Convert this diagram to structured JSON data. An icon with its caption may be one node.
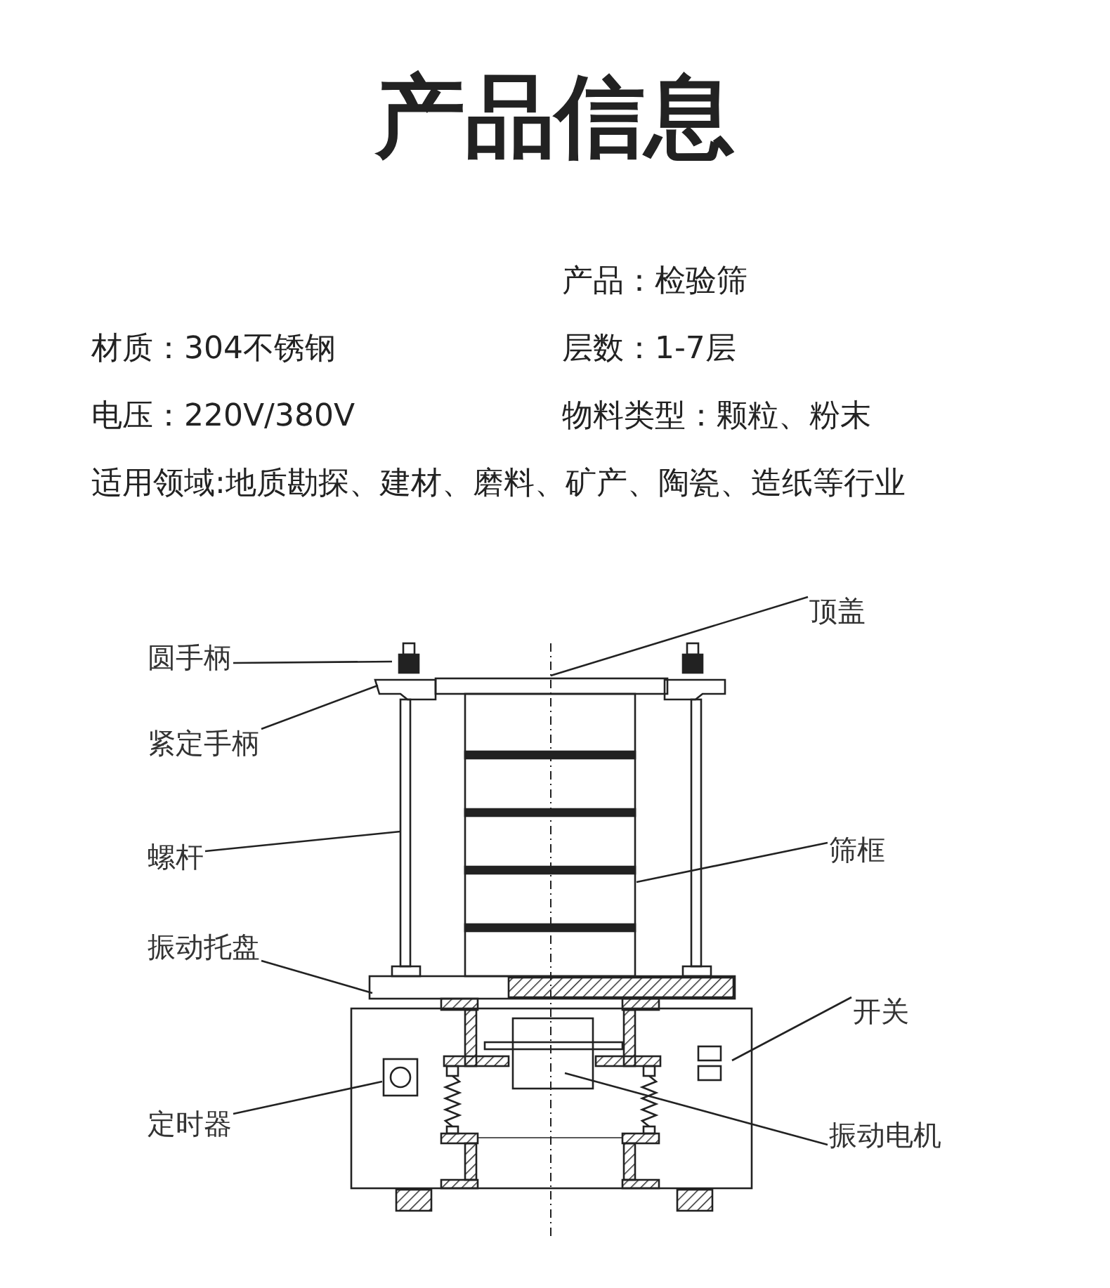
{
  "diagram": {
    "title": "产品信息",
    "nodes": [
      {
        "text": [
          "顶盖"
        ]
      },
      {
        "text": [
          "圆手柄"
        ]
      },
      {
        "text": [
          "紧定手柄"
        ]
      },
      {
        "text": [
          "螺杆"
        ]
      },
      {
        "text": [
          "筛框"
        ]
      },
      {
        "text": [
          "振动托盘"
        ]
      },
      {
        "text": [
          "开关"
        ]
      },
      {
        "text": [
          "定时器"
        ]
      },
      {
        "text": [
          "振动电机"
        ]
      }
    ],
    "edges": [
      {
        "from": 0,
        "to": null,
        "arrow": "none"
      },
      {
        "from": 1,
        "to": null,
        "arrow": "none"
      },
      {
        "from": 2,
        "to": null,
        "arrow": "none"
      },
      {
        "from": 3,
        "to": null,
        "arrow": "none"
      },
      {
        "from": 4,
        "to": null,
        "arrow": "none"
      },
      {
        "from": 5,
        "to": null,
        "arrow": "none"
      },
      {
        "from": 6,
        "to": null,
        "arrow": "none"
      },
      {
        "from": 7,
        "to": null,
        "arrow": "none"
      },
      {
        "from": 8,
        "to": null,
        "arrow": "none"
      }
    ],
    "labels": [
      "产品：检验筛",
      "材质：304不锈钢",
      "层数：1-7层",
      "电压：220V/380V",
      "物料类型：颗粒、粉末",
      "适用领域:地质勘探、建材、磨料、矿产、陶瓷、造纸等行业"
    ]
  }
}
